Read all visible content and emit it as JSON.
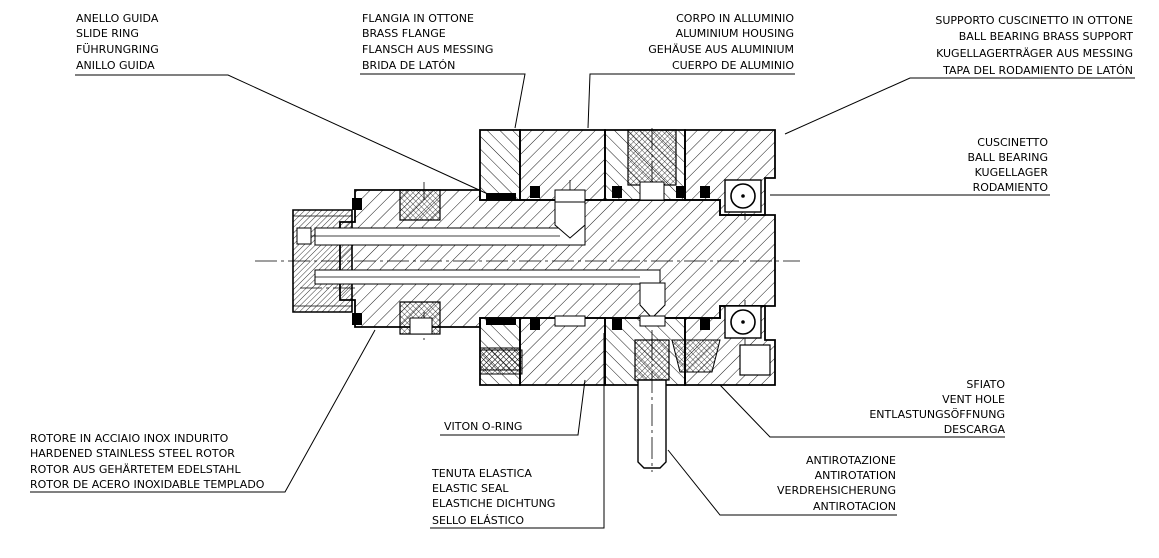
{
  "callouts": {
    "slide_ring": [
      "ANELLO GUIDA",
      "SLIDE RING",
      "FÜHRUNGRING",
      "ANILLO GUIDA"
    ],
    "brass_flange": [
      "FLANGIA IN OTTONE",
      "BRASS FLANGE",
      "FLANSCH AUS MESSING",
      "BRIDA DE LATÓN"
    ],
    "aluminium_housing": [
      "CORPO IN ALLUMINIO",
      "ALUMINIUM HOUSING",
      "GEHÄUSE AUS ALUMINIUM",
      "CUERPO DE ALUMINIO"
    ],
    "bearing_support": [
      "SUPPORTO CUSCINETTO IN OTTONE",
      "BALL BEARING BRASS SUPPORT",
      "KUGELLAGERTRÄGER AUS MESSING",
      "TAPA DEL RODAMIENTO DE LATÓN"
    ],
    "ball_bearing": [
      "CUSCINETTO",
      "BALL BEARING",
      "KUGELLAGER",
      "RODAMIENTO"
    ],
    "vent_hole": [
      "SFIATO",
      "VENT HOLE",
      "ENTLASTUNGSÖFFNUNG",
      "DESCARGA"
    ],
    "antirotation": [
      "ANTIROTAZIONE",
      "ANTIROTATION",
      "VERDREHSICHERUNG",
      "ANTIROTACION"
    ],
    "elastic_seal": [
      "TENUTA ELASTICA",
      "ELASTIC SEAL",
      "ELASTICHE DICHTUNG",
      "SELLO ELÁSTICO"
    ],
    "viton_oring": [
      "VITON O-RING"
    ],
    "rotor": [
      "ROTORE IN ACCIAIO INOX INDURITO",
      "HARDENED STAINLESS STEEL ROTOR",
      "ROTOR AUS GEHÄRTETEM EDELSTAHL",
      "ROTOR DE ACERO INOXIDABLE TEMPLADO"
    ]
  }
}
